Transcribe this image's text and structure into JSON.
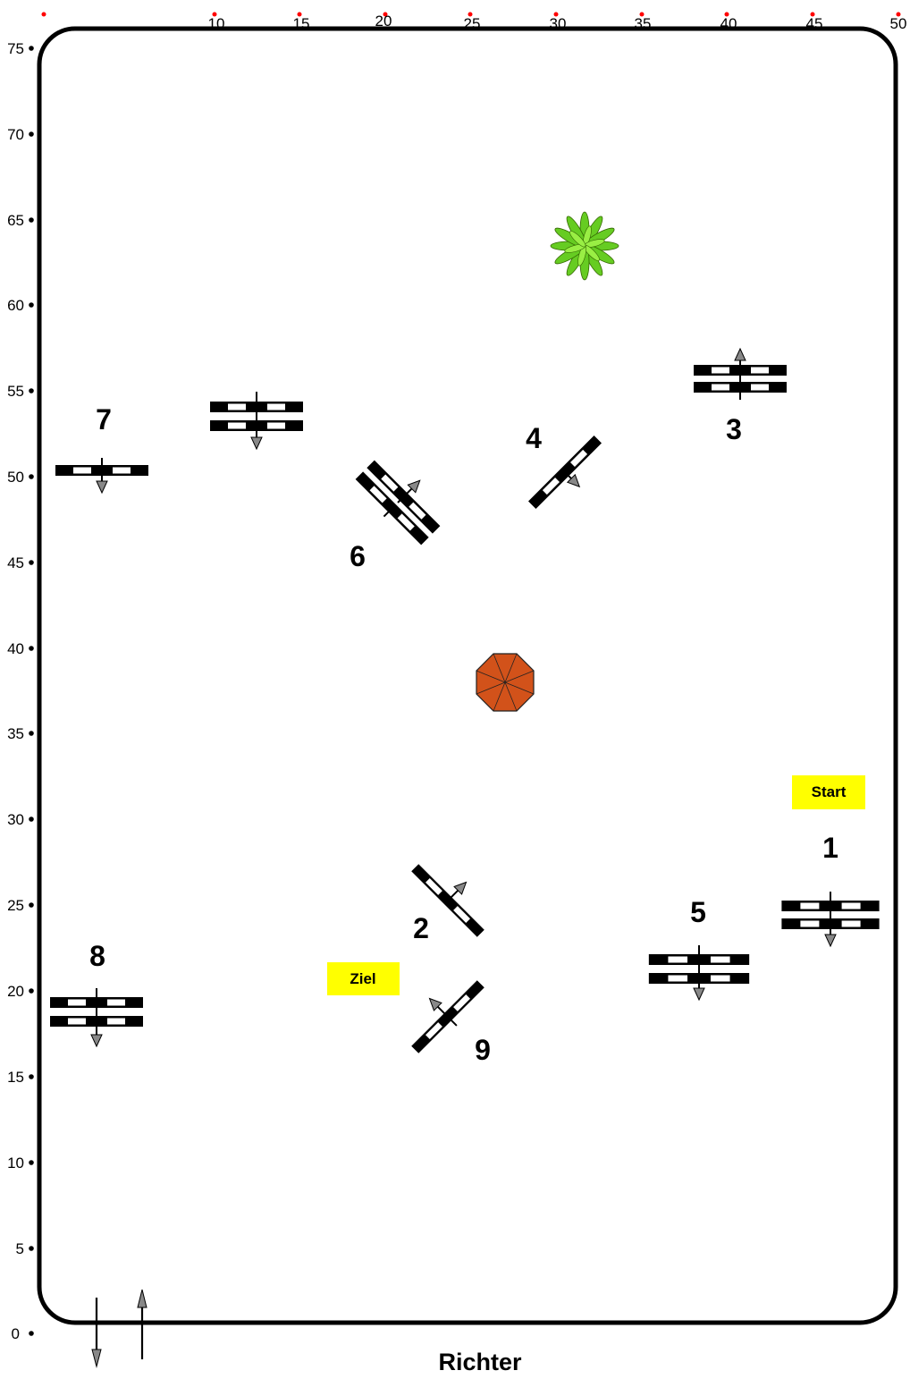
{
  "arena": {
    "x_axis_ticks": [
      "10",
      "15",
      "20",
      "25",
      "30",
      "35",
      "40",
      "45",
      "50"
    ],
    "y_axis_ticks": [
      "75",
      "70",
      "65",
      "60",
      "55",
      "50",
      "45",
      "40",
      "35",
      "30",
      "25",
      "20",
      "15",
      "10",
      "5",
      "0"
    ],
    "judge_label": "Richter"
  },
  "labels": {
    "start": "Start",
    "finish": "Ziel"
  },
  "obstacles": [
    {
      "number": "1",
      "type": "oxer"
    },
    {
      "number": "2",
      "type": "vertical"
    },
    {
      "number": "3",
      "type": "oxer"
    },
    {
      "number": "4",
      "type": "vertical"
    },
    {
      "number": "5",
      "type": "oxer"
    },
    {
      "number": "6",
      "type": "oxer"
    },
    {
      "number": "7",
      "type": "vertical"
    },
    {
      "number": "8",
      "type": "oxer"
    },
    {
      "number": "9",
      "type": "vertical"
    },
    {
      "number": "",
      "type": "oxer"
    }
  ],
  "decorations": [
    "plant-icon",
    "umbrella-icon"
  ],
  "colors": {
    "label_background": "#ffff00",
    "origin_dot": "#ff0000",
    "umbrella": "#d2521a",
    "plant": "#66cc22"
  }
}
